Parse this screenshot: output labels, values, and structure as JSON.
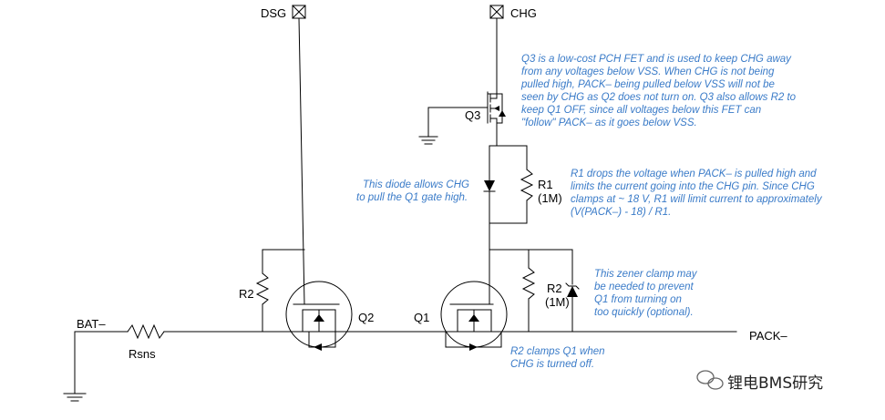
{
  "labels": {
    "dsg": "DSG",
    "chg": "CHG",
    "q1": "Q1",
    "q2": "Q2",
    "q3": "Q3",
    "r1": "R1",
    "r1_value": "(1M)",
    "r2_left": "R2",
    "r2_right": "R2",
    "r2_value": "(1M)",
    "bat": "BAT–",
    "rsns": "Rsns",
    "pack": "PACK–"
  },
  "notes": {
    "q3": [
      "Q3 is a low-cost PCH FET and is used to keep CHG away",
      "from any voltages below VSS. When CHG is not being",
      "pulled high, PACK–  being pulled below VSS will not be",
      "seen by CHG as Q2 does not turn on. Q3 also allows R2 to",
      "keep Q1 OFF, since all voltages below this FET can",
      "\"follow\" PACK– as it goes below VSS."
    ],
    "diode": [
      "This diode allows CHG",
      "to pull the Q1 gate high."
    ],
    "r1": [
      "R1 drops the voltage when PACK– is pulled high and",
      "limits the current going into the CHG pin. Since CHG",
      "clamps at ~ 18 V, R1 will limit current to approximately",
      "(V(PACK–) - 18) / R1."
    ],
    "zener": [
      "This zener clamp may",
      "be needed to prevent",
      "Q1 from turning on",
      "too quickly (optional)."
    ],
    "r2": [
      "R2 clamps Q1 when",
      "CHG is turned off."
    ]
  },
  "watermark": "锂电BMS研究",
  "colors": {
    "note": "#3a7bc8",
    "wire": "#000000",
    "background": "#ffffff"
  }
}
